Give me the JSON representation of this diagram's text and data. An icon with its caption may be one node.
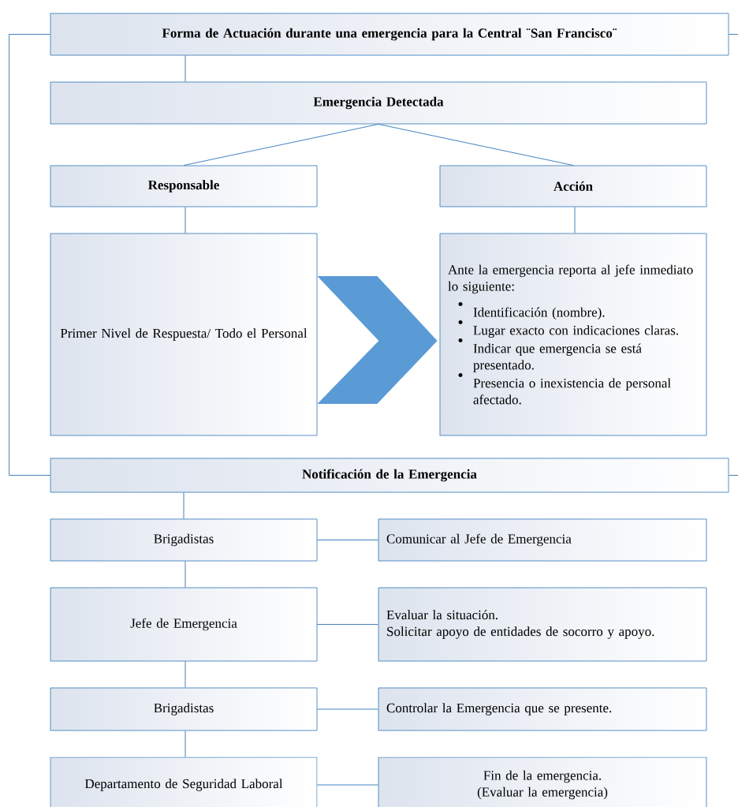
{
  "diagram": {
    "nodes": [
      {
        "text": [
          "Forma de Actuación durante una emergencia para la Central ¨San Francisco¨"
        ]
      },
      {
        "text": [
          "Emergencia Detectada"
        ]
      },
      {
        "text": [
          "Responsable"
        ]
      },
      {
        "text": [
          "Acción"
        ]
      },
      {
        "text": [
          "Primer Nivel de Respuesta/ Todo el Personal"
        ]
      },
      {
        "text": [
          "Ante la emergencia reporta al jefe inmediato lo siguiente:",
          "Identificación (nombre).",
          "Lugar exacto con indicaciones claras.",
          "Indicar que emergencia se está presentado.",
          "Presencia o inexistencia de personal afectado."
        ]
      },
      {
        "text": [
          "Notificación de la Emergencia"
        ]
      },
      {
        "text": [
          "Brigadistas"
        ]
      },
      {
        "text": [
          "Comunicar al Jefe de Emergencia"
        ]
      },
      {
        "text": [
          "Jefe de Emergencia"
        ]
      },
      {
        "text": [
          "Evaluar la situación.",
          "Solicitar apoyo de entidades de socorro y apoyo."
        ]
      },
      {
        "text": [
          "Brigadistas"
        ]
      },
      {
        "text": [
          "Controlar la Emergencia que se presente."
        ]
      },
      {
        "text": [
          "Departamento de Seguridad Laboral"
        ]
      },
      {
        "text": [
          "Fin de la emergencia.",
          "(Evaluar la emergencia)"
        ]
      }
    ],
    "edges": [
      {
        "from": 0,
        "to": 1,
        "arrow": "none"
      },
      {
        "from": 1,
        "to": 2,
        "arrow": "none"
      },
      {
        "from": 1,
        "to": 3,
        "arrow": "none"
      },
      {
        "from": 2,
        "to": 4,
        "arrow": "none"
      },
      {
        "from": 3,
        "to": 5,
        "arrow": "none"
      },
      {
        "from": 4,
        "to": 5,
        "arrow": "to"
      },
      {
        "from": 0,
        "to": 6,
        "arrow": "none"
      },
      {
        "from": 0,
        "to": 6,
        "arrow": "none"
      },
      {
        "from": 6,
        "to": 7,
        "arrow": "none"
      },
      {
        "from": 7,
        "to": 8,
        "arrow": "none"
      },
      {
        "from": 7,
        "to": 9,
        "arrow": "none"
      },
      {
        "from": 9,
        "to": 10,
        "arrow": "none"
      },
      {
        "from": 9,
        "to": 11,
        "arrow": "none"
      },
      {
        "from": 11,
        "to": 12,
        "arrow": "none"
      },
      {
        "from": 11,
        "to": 13,
        "arrow": "none"
      },
      {
        "from": 13,
        "to": 14,
        "arrow": "none"
      }
    ]
  }
}
